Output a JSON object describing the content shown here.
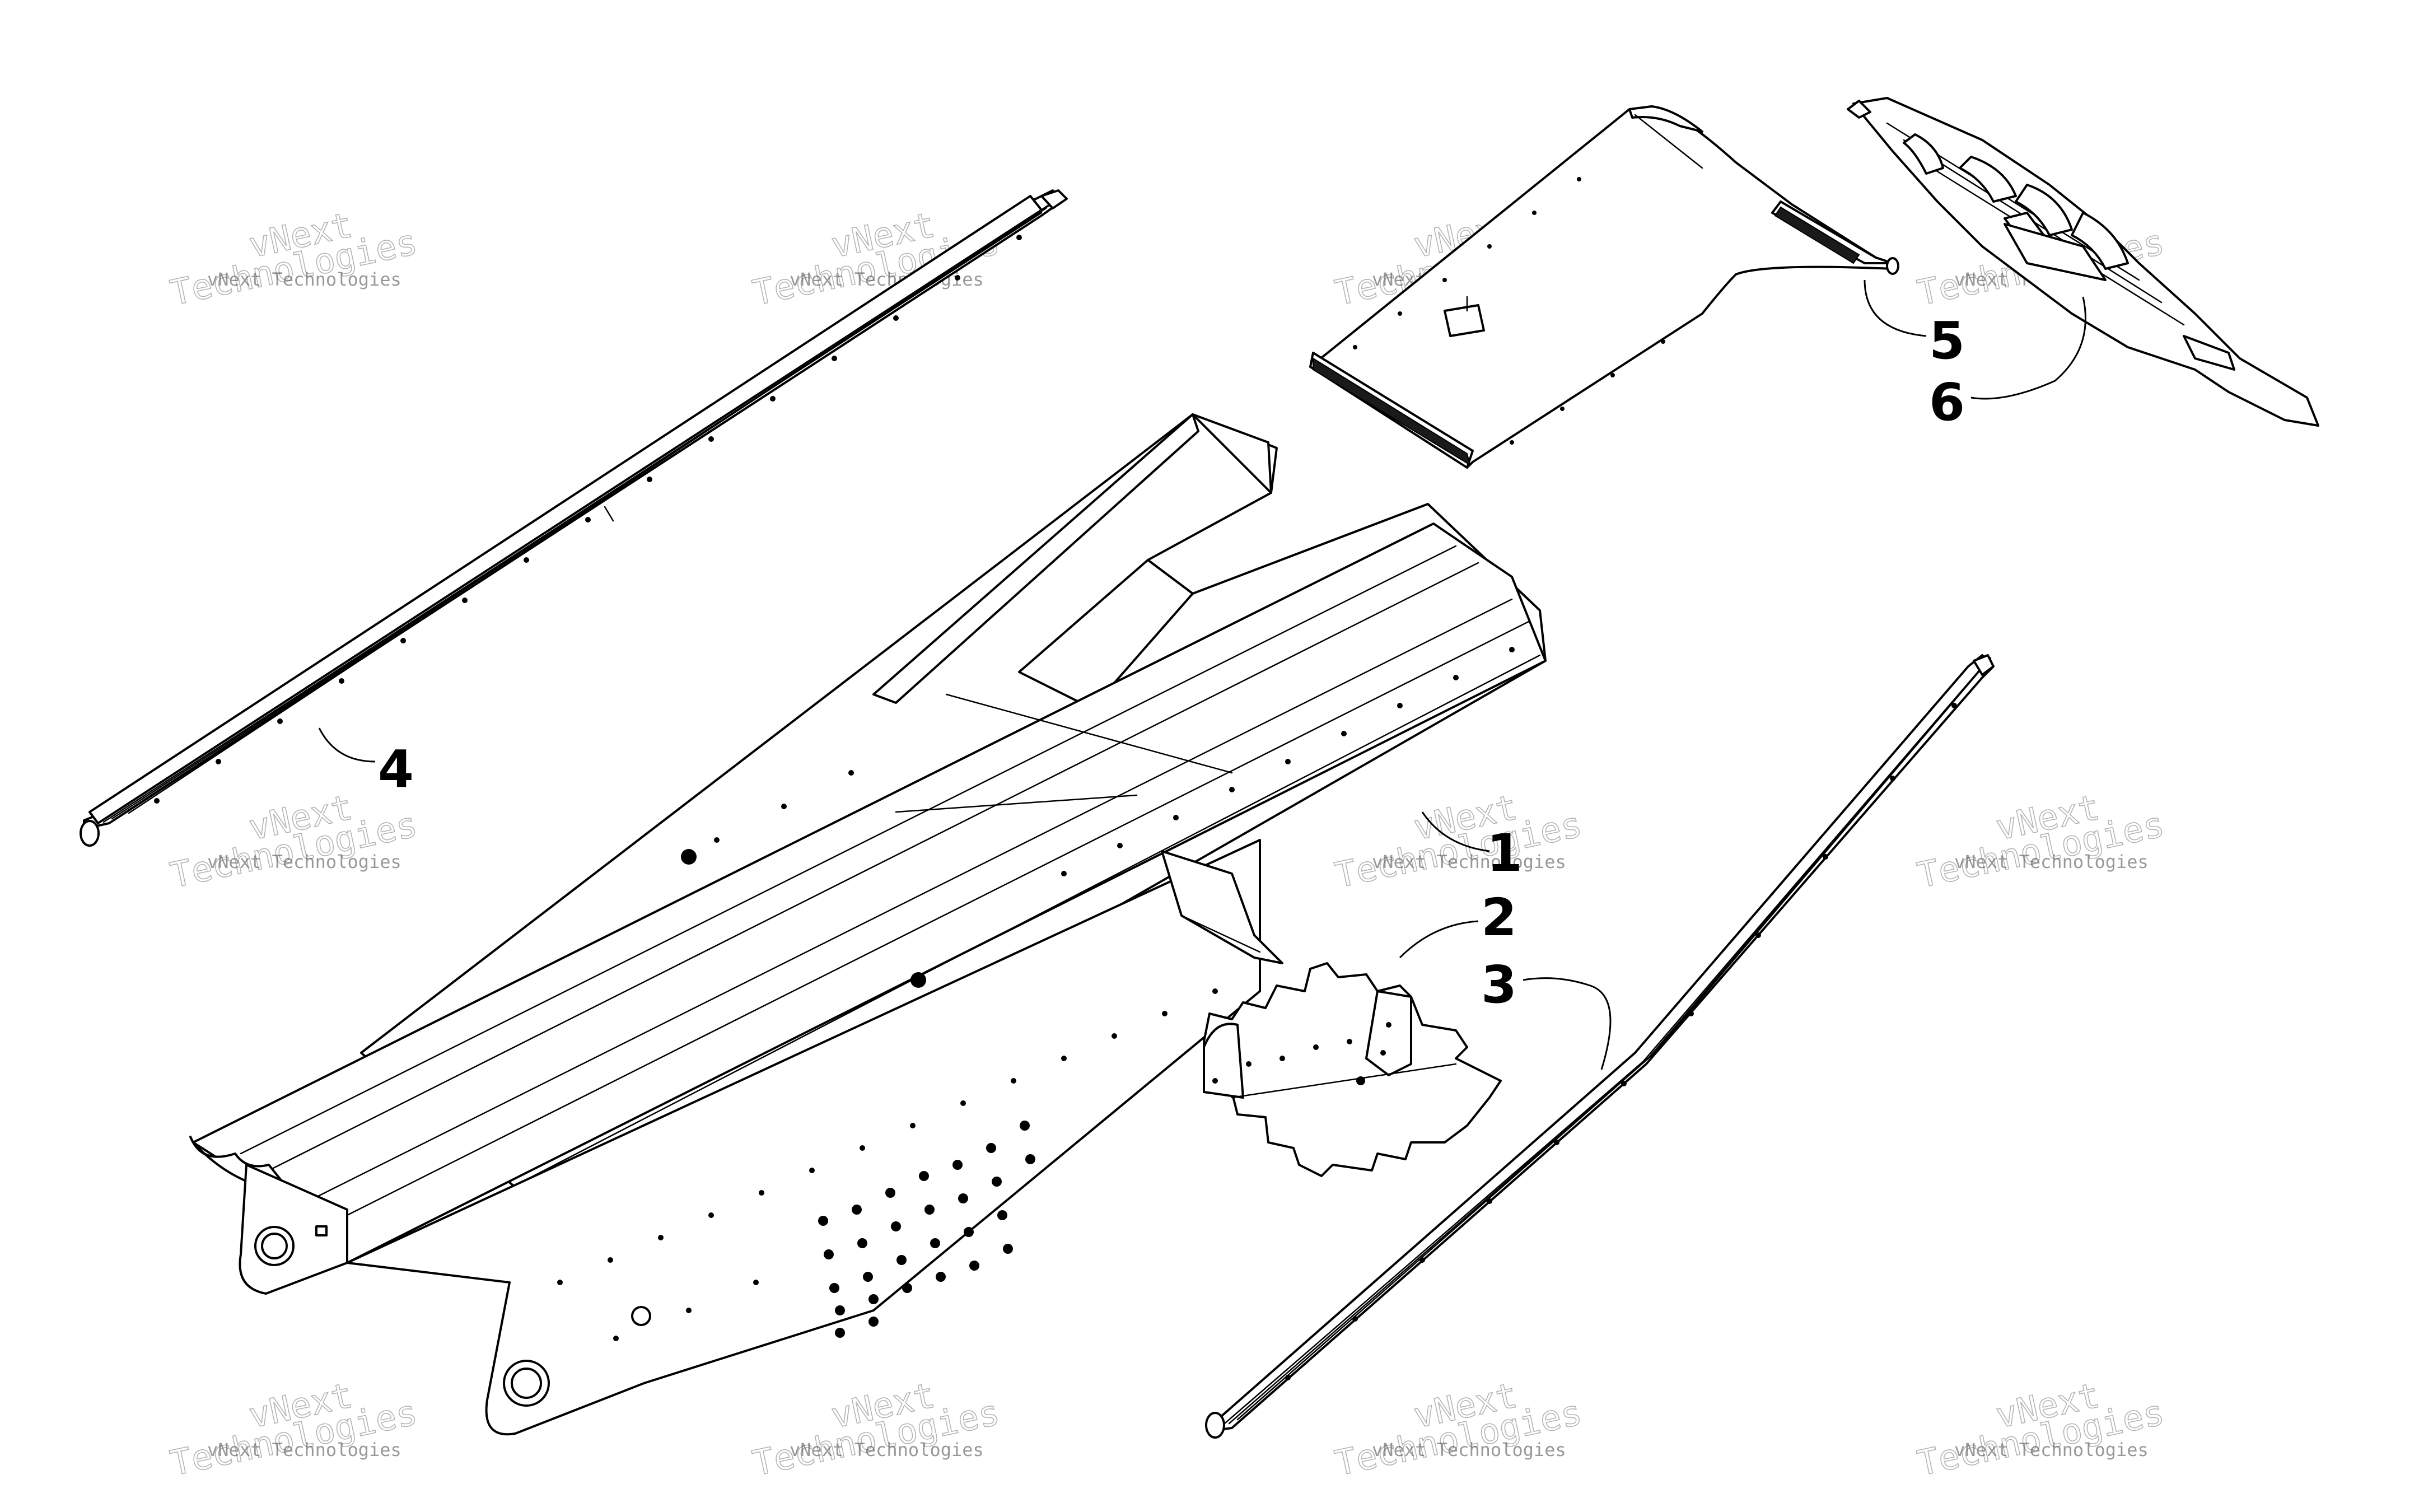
{
  "diagram": {
    "callouts": [
      {
        "id": "1",
        "label": "1"
      },
      {
        "id": "2",
        "label": "2"
      },
      {
        "id": "3",
        "label": "3"
      },
      {
        "id": "4",
        "label": "4"
      },
      {
        "id": "5",
        "label": "5"
      },
      {
        "id": "6",
        "label": "6"
      }
    ]
  },
  "watermark": {
    "text_small": "vNext Technologies",
    "text_large_a": "vNext",
    "text_large_b": "Technologies",
    "color": "#777777"
  }
}
